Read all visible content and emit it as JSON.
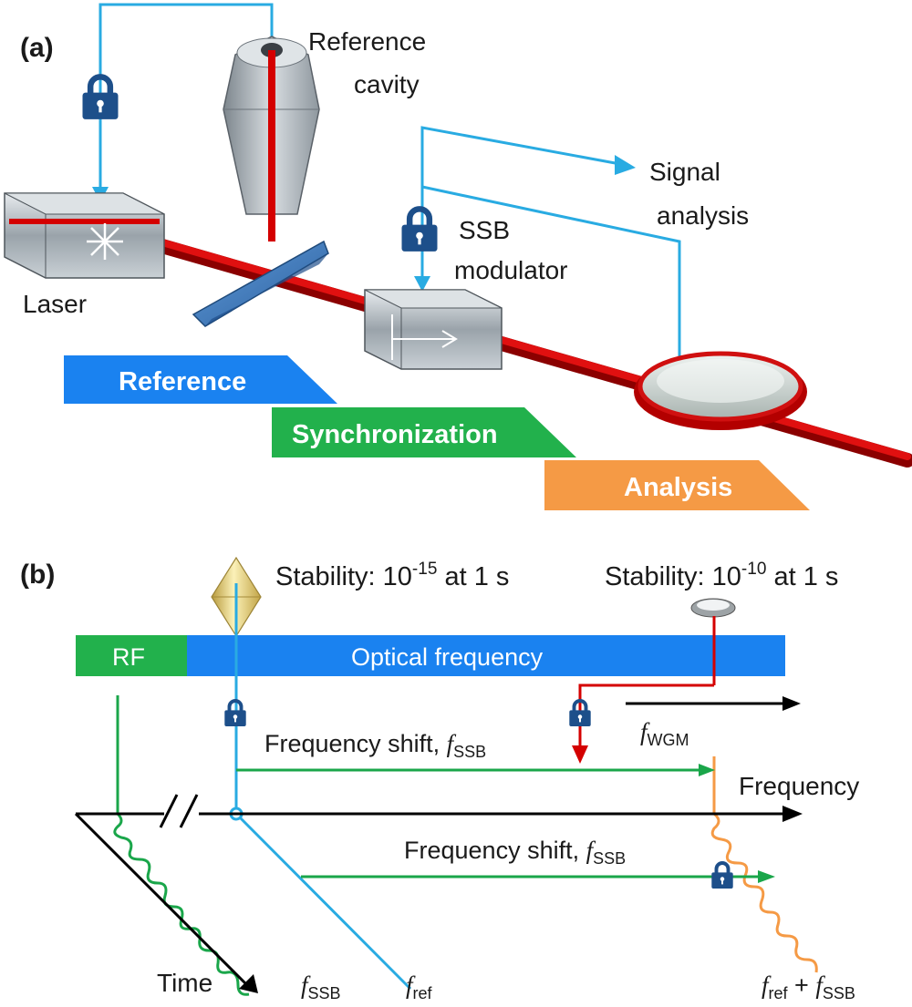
{
  "panel_a": {
    "label": "(a)",
    "reference_cavity": [
      "Reference",
      "cavity"
    ],
    "signal_analysis": [
      "Signal",
      "analysis"
    ],
    "ssb_modulator": [
      "SSB",
      "modulator"
    ],
    "laser": "Laser",
    "stages": {
      "reference": "Reference",
      "synchronization": "Synchronization",
      "analysis": "Analysis"
    }
  },
  "panel_b": {
    "label": "(b)",
    "stability_left": {
      "prefix": "Stability: 10",
      "exp": "-15",
      "suffix": " at 1 s"
    },
    "stability_right": {
      "prefix": "Stability: 10",
      "exp": "-10",
      "suffix": " at 1 s"
    },
    "band_rf": "RF",
    "band_optical": "Optical frequency",
    "f_wgm": {
      "f": "f",
      "sub": "WGM"
    },
    "shift_upper": {
      "text": "Frequency shift, ",
      "f": "f",
      "sub": "SSB"
    },
    "shift_lower": {
      "text": "Frequency shift, ",
      "f": "f",
      "sub": "SSB"
    },
    "frequency_axis": "Frequency",
    "time_axis": "Time",
    "f_ssb": {
      "f": "f",
      "sub": "SSB"
    },
    "f_ref": {
      "f": "f",
      "sub": "ref"
    },
    "f_sum": {
      "f1": "f",
      "sub1": "ref",
      "plus": " + ",
      "f2": "f",
      "sub2": "SSB"
    }
  },
  "colors": {
    "cyan": "#29abe2",
    "green": "#1aa64a",
    "blue": "#1a7ef0",
    "orange": "#f59a45",
    "red": "#d40000",
    "lock": "#1d4f8a",
    "band_green": "#22b14c",
    "band_blue": "#1a82f0"
  }
}
